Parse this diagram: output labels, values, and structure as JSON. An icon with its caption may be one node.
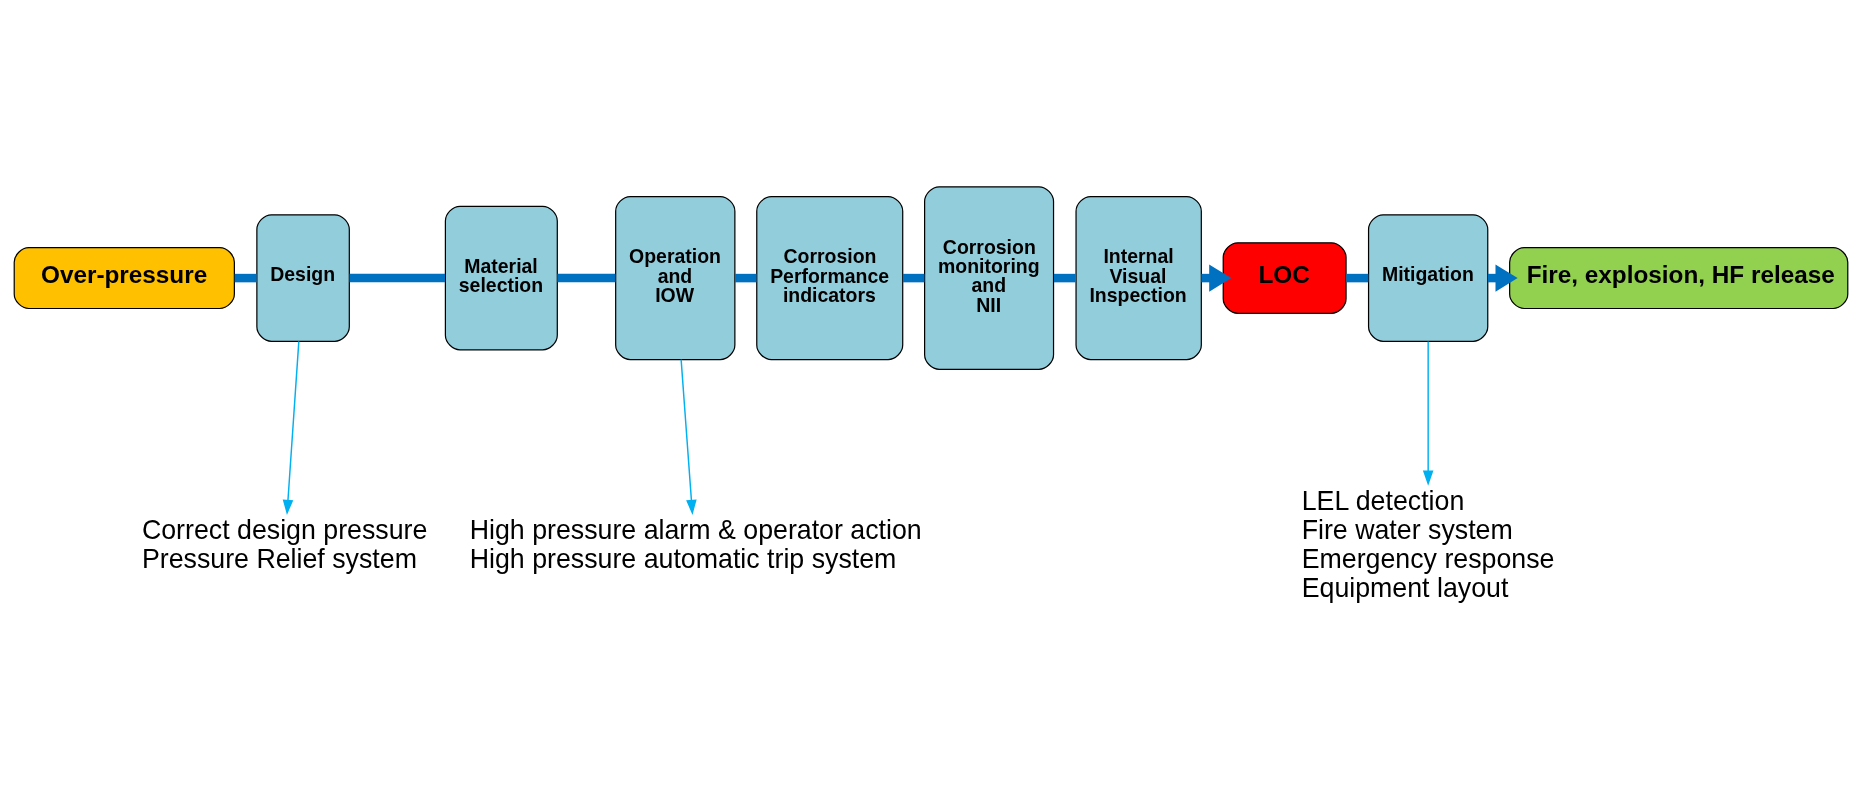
{
  "diagram": {
    "nodes": [
      {
        "text": [
          "Over-pressure"
        ]
      },
      {
        "text": [
          "Design"
        ]
      },
      {
        "text": [
          "Material selection"
        ]
      },
      {
        "text": [
          "Operation and IOW"
        ]
      },
      {
        "text": [
          "Corrosion Performance indicators"
        ]
      },
      {
        "text": [
          "Corrosion monitoring and NII"
        ]
      },
      {
        "text": [
          "Internal Visual Inspection"
        ]
      },
      {
        "text": [
          "LOC"
        ]
      },
      {
        "text": [
          "Mitigation"
        ]
      },
      {
        "text": [
          "Fire, explosion, HF release"
        ]
      },
      {
        "text": [
          "Correct design pressure",
          "Pressure Relief system"
        ]
      },
      {
        "text": [
          "High pressure alarm & operator action",
          "High pressure automatic trip system"
        ]
      },
      {
        "text": [
          "LEL detection",
          "Fire water system",
          "Emergency response",
          "Equipment layout"
        ]
      }
    ],
    "edges": [
      {
        "from": 0,
        "to": 1,
        "arrow": "none"
      },
      {
        "from": 1,
        "to": 2,
        "arrow": "none"
      },
      {
        "from": 2,
        "to": 3,
        "arrow": "none"
      },
      {
        "from": 3,
        "to": 4,
        "arrow": "none"
      },
      {
        "from": 4,
        "to": 5,
        "arrow": "none"
      },
      {
        "from": 5,
        "to": 6,
        "arrow": "none"
      },
      {
        "from": 6,
        "to": 7,
        "arrow": "to"
      },
      {
        "from": 7,
        "to": 8,
        "arrow": "none"
      },
      {
        "from": 8,
        "to": 9,
        "arrow": "to"
      },
      {
        "from": 1,
        "to": 10,
        "arrow": "to",
        "color": "#00b0f0"
      },
      {
        "from": 3,
        "to": 11,
        "arrow": "to",
        "color": "#00b0f0"
      },
      {
        "from": 8,
        "to": 12,
        "arrow": "to",
        "color": "#00b0f0"
      }
    ]
  }
}
